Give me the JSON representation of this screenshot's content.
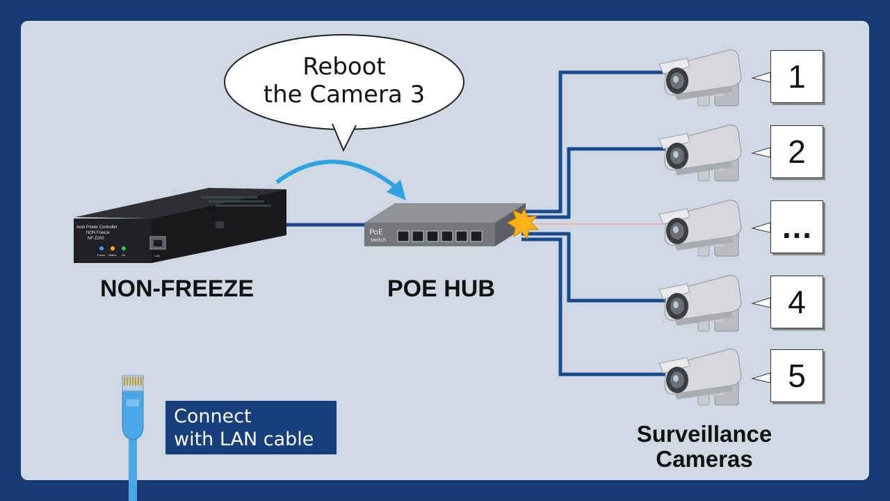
{
  "bubble": {
    "line1": "Reboot",
    "line2": "the Camera 3"
  },
  "device": {
    "label": "NON-FREEZE",
    "front_line1": "Auto Power Controller",
    "front_line2": "NON Freeze",
    "front_line3": "NF-Z200",
    "led_power": "Power",
    "led_status": "Status",
    "led_ac": "AC",
    "port_label": "LAN"
  },
  "hub": {
    "label": "POE HUB",
    "badge_top": "PoE",
    "badge_bottom": "switch"
  },
  "cameras": {
    "label_line1": "Surveillance",
    "label_line2": "Cameras",
    "slots": [
      "1",
      "2",
      "…",
      "4",
      "5"
    ],
    "failing_slot": 3
  },
  "lan": {
    "line1": "Connect",
    "line2": "with LAN cable"
  },
  "colors": {
    "frame": "#163b73",
    "panel": "#cfd9e4",
    "wire": "#1b4a8f",
    "arrow": "#2ea3e0",
    "alert": "#e0001b",
    "cable": "#4aa8e6"
  }
}
